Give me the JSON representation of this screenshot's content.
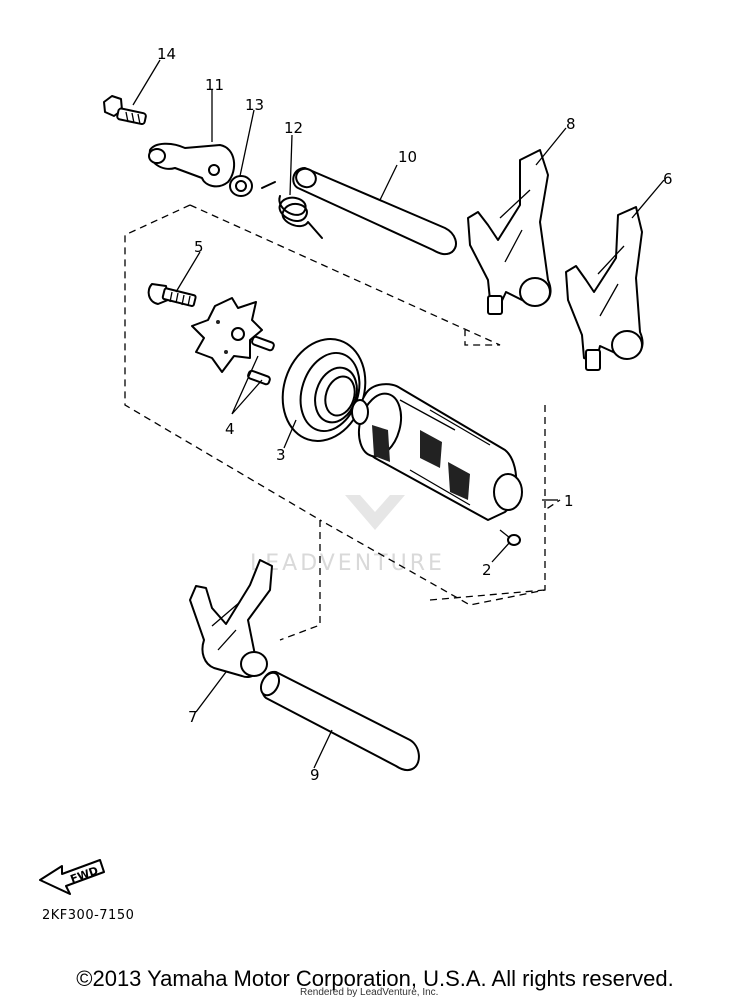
{
  "diagram": {
    "callouts": {
      "c1": "1",
      "c2": "2",
      "c3": "3",
      "c4": "4",
      "c5": "5",
      "c6": "6",
      "c7": "7",
      "c8": "8",
      "c9": "9",
      "c10": "10",
      "c11": "11",
      "c12": "12",
      "c13": "13",
      "c14": "14"
    },
    "fwd_label": "FWD",
    "diagram_code": "2KF300-7150",
    "watermark": "LEADVENTURE"
  },
  "footer": {
    "copyright": "©2013 Yamaha Motor Corporation, U.S.A. All rights reserved.",
    "rendered_by": "Rendered by LeadVenture, Inc."
  }
}
